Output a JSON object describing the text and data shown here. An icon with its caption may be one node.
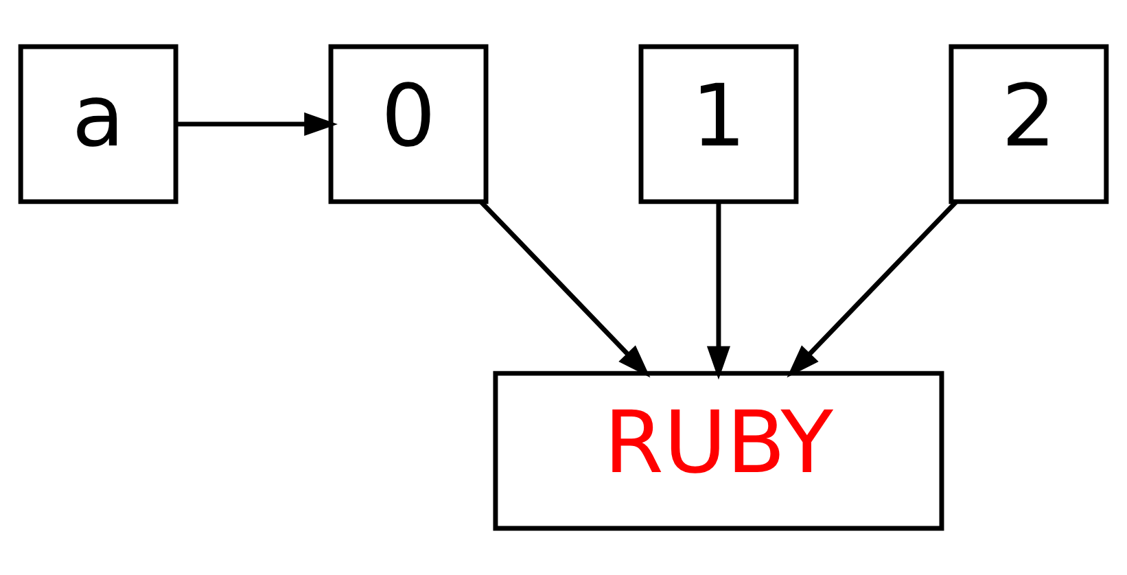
{
  "diagram": {
    "nodes": [
      {
        "text": [
          "a"
        ]
      },
      {
        "text": [
          "0"
        ]
      },
      {
        "text": [
          "1"
        ]
      },
      {
        "text": [
          "2"
        ]
      },
      {
        "text": [
          "RUBY"
        ]
      }
    ],
    "edges": [
      {
        "from": 0,
        "to": 1,
        "arrow": "to"
      },
      {
        "from": 1,
        "to": 4,
        "arrow": "to"
      },
      {
        "from": 2,
        "to": 4,
        "arrow": "to"
      },
      {
        "from": 3,
        "to": 4,
        "arrow": "to"
      }
    ]
  }
}
